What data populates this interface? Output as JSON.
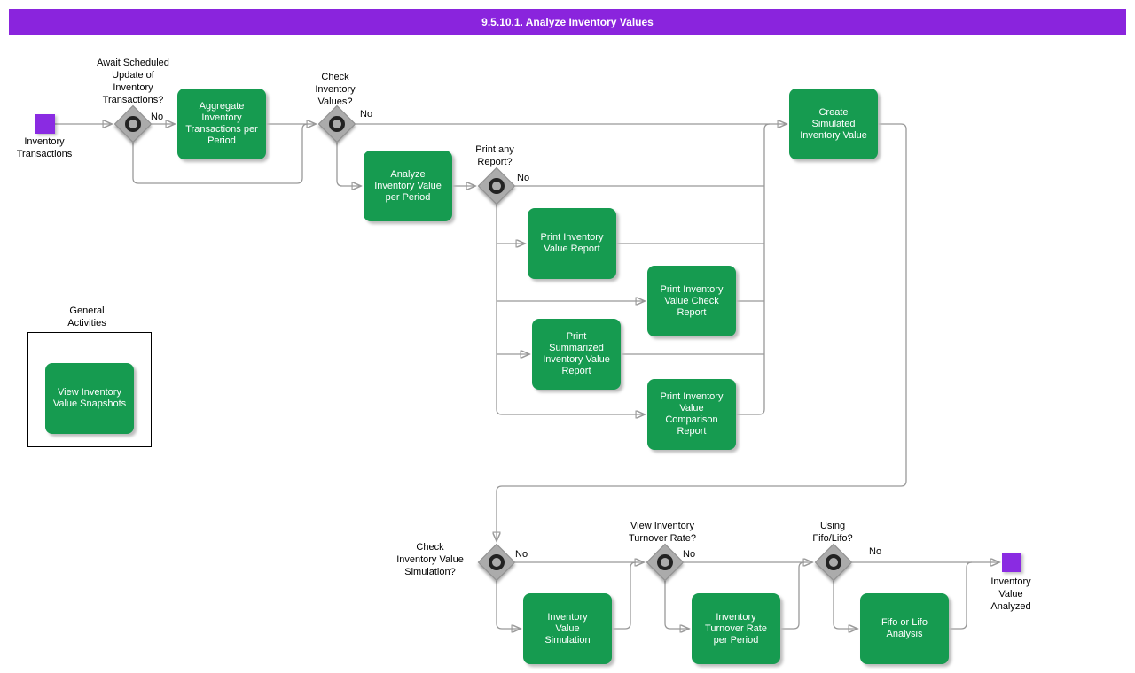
{
  "title": "9.5.10.1. Analyze Inventory Values",
  "colors": {
    "task_green": "#169b50",
    "event_purple": "#8a2be2",
    "title_bar": "#8a24dd",
    "connector_gray": "#999999"
  },
  "events": {
    "start_label": "Inventory\nTransactions",
    "end_label": "Inventory\nValue\nAnalyzed"
  },
  "gateways": {
    "no": "No",
    "await_update": "Await Scheduled\nUpdate of\nInventory\nTransactions?",
    "check_values": "Check\nInventory\nValues?",
    "print_any": "Print any\nReport?",
    "check_simulation": "Check\nInventory Value\nSimulation?",
    "view_turnover": "View Inventory\nTurnover Rate?",
    "using_fifo": "Using\nFifo/Lifo?"
  },
  "tasks": {
    "aggregate": "Aggregate\nInventory\nTransactions per\nPeriod",
    "analyze": "Analyze\nInventory Value\nper Period",
    "create_simulated": "Create\nSimulated\nInventory Value",
    "print_value_report": "Print Inventory\nValue Report",
    "print_check_report": "Print Inventory\nValue Check\nReport",
    "print_summarized_report": "Print\nSummarized\nInventory Value\nReport",
    "print_comparison_report": "Print Inventory\nValue\nComparison\nReport",
    "view_snapshots": "View Inventory\nValue Snapshots",
    "value_simulation": "Inventory\nValue\nSimulation",
    "turnover_rate": "Inventory\nTurnover Rate\nper Period",
    "fifo_lifo": "Fifo or Lifo\nAnalysis"
  },
  "group": {
    "label": "General\nActivities"
  }
}
